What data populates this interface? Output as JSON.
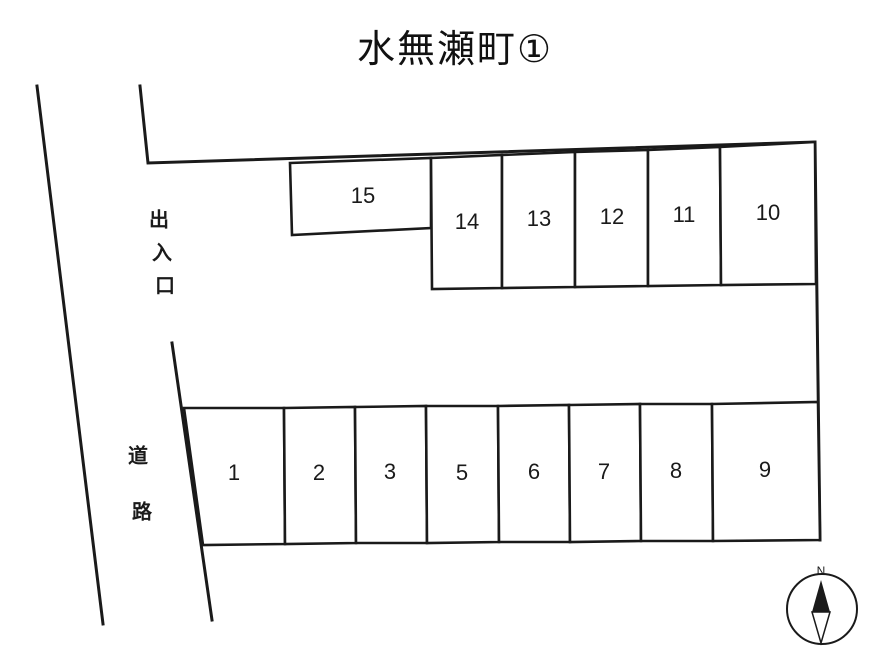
{
  "title": "水無瀬町①",
  "labels": {
    "entrance": [
      "出",
      "入",
      "口"
    ],
    "road": [
      "道",
      "路"
    ]
  },
  "compass": {
    "north_label": "N"
  },
  "parking_spaces": {
    "top_row": [
      {
        "id": "15",
        "label": "15"
      },
      {
        "id": "14",
        "label": "14"
      },
      {
        "id": "13",
        "label": "13"
      },
      {
        "id": "12",
        "label": "12"
      },
      {
        "id": "11",
        "label": "11"
      },
      {
        "id": "10",
        "label": "10"
      }
    ],
    "bottom_row": [
      {
        "id": "1",
        "label": "1"
      },
      {
        "id": "2",
        "label": "2"
      },
      {
        "id": "3",
        "label": "3"
      },
      {
        "id": "5",
        "label": "5"
      },
      {
        "id": "6",
        "label": "6"
      },
      {
        "id": "7",
        "label": "7"
      },
      {
        "id": "8",
        "label": "8"
      },
      {
        "id": "9",
        "label": "9"
      }
    ]
  },
  "colors": {
    "line": "#1a1a1a",
    "background": "#ffffff"
  }
}
